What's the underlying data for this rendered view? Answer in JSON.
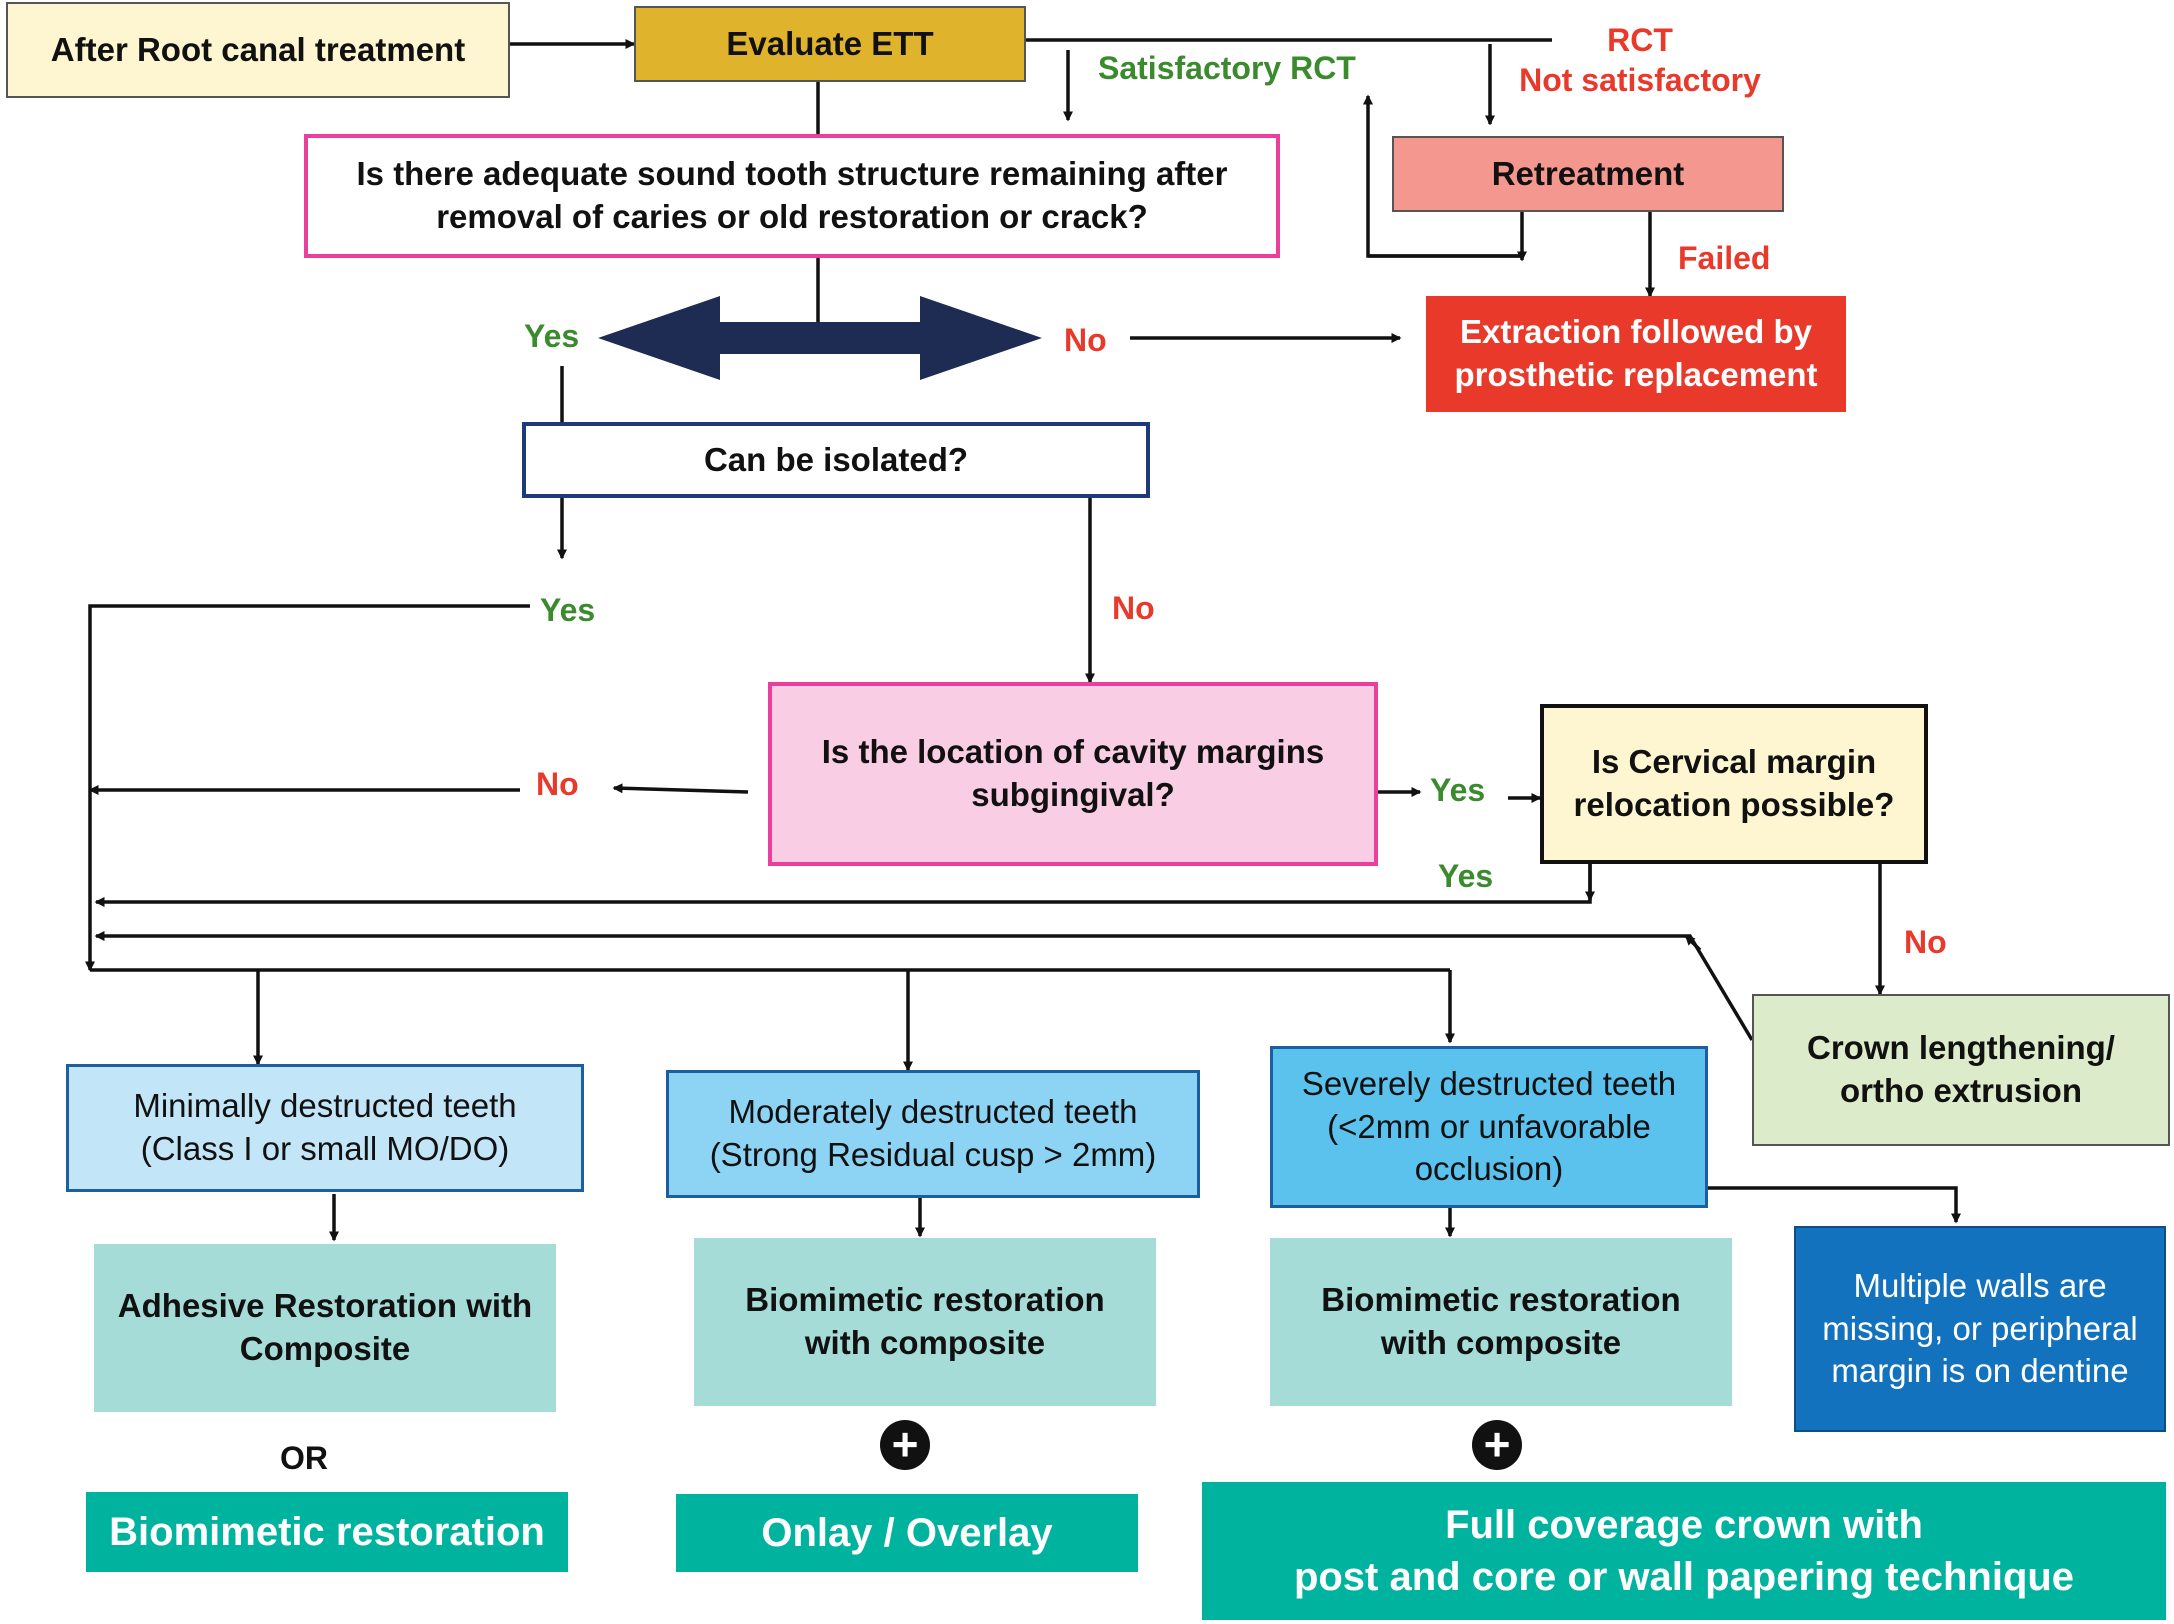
{
  "colors": {
    "line": "#111111",
    "navy_arrow": "#1e2b52",
    "yes": "#3b8a2e",
    "no": "#e8392a",
    "start_fill": "#fdf6d0",
    "evaluate_fill": "#e0b32d",
    "retreat_fill": "#f4978e",
    "extraction_fill": "#e8392a",
    "teal_fill": "#a5dcd8",
    "teal_strong": "#00b39e",
    "blue_light": "#c2e5f8",
    "blue_mid": "#8dd3f3",
    "blue_strong": "#5bc2ee",
    "blue_dark": "#1372bd",
    "pink_fill": "#f9cde4",
    "pink_border": "#ea3f9c",
    "cream_fill": "#fdf6d0",
    "green_fill": "#dcebc9"
  },
  "nodes": {
    "start": "After Root canal treatment",
    "evaluate": "Evaluate ETT",
    "adequate_question": "Is there adequate sound tooth structure remaining after\nremoval of caries or old restoration or crack?",
    "retreatment": "Retreatment",
    "extraction": "Extraction followed by\nprosthetic replacement",
    "isolation_question": "Can be isolated?",
    "subgingival_question": "Is the location of cavity margins\nsubgingival?",
    "cervical_question": "Is Cervical margin\nrelocation possible?",
    "crown_lengthening": "Crown lengthening/\northo extrusion",
    "minimal": "Minimally destructed teeth\n(Class I or small MO/DO)",
    "moderate": "Moderately destructed teeth\n(Strong Residual cusp > 2mm)",
    "severe": "Severely destructed teeth\n(<2mm or unfavorable\nocclusion)",
    "adhesive": "Adhesive Restoration with\nComposite",
    "biomimetic_moderate": "Biomimetic restoration\nwith composite",
    "biomimetic_severe": "Biomimetic restoration\nwith composite",
    "walls_missing": "Multiple walls are\nmissing, or peripheral\nmargin is on dentine",
    "biomimetic_restoration": "Biomimetic restoration",
    "onlay": "Onlay / Overlay",
    "full_coverage": "Full coverage crown with\npost and core or wall papering technique"
  },
  "labels": {
    "satisfactory_rct": "Satisfactory RCT",
    "rct_not_satisfactory": "RCT\nNot satisfactory",
    "failed": "Failed",
    "adequate_yes": "Yes",
    "adequate_no": "No",
    "isolated_yes": "Yes",
    "isolated_no": "No",
    "subgingival_no": "No",
    "subgingival_yes": "Yes",
    "cervical_yes": "Yes",
    "cervical_no": "No",
    "or": "OR",
    "plus": "+"
  }
}
